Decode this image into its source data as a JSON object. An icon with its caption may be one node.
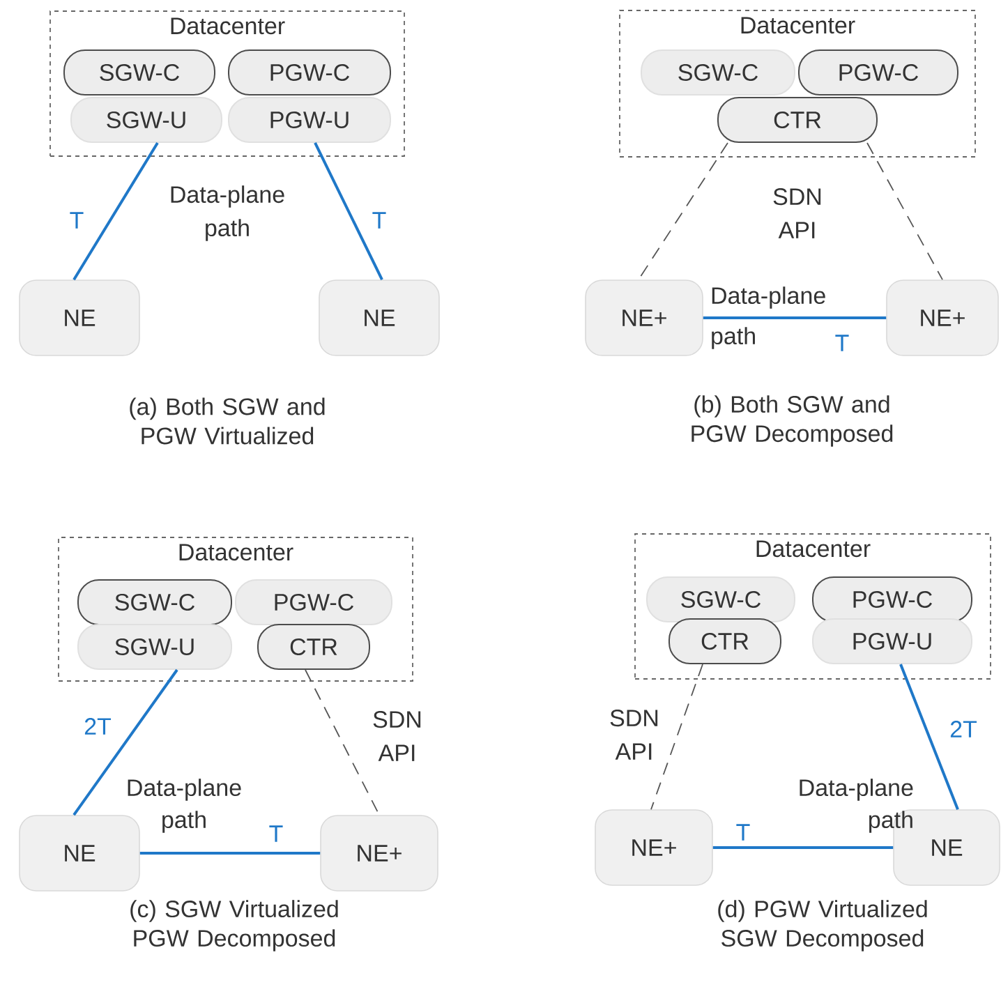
{
  "diagram": {
    "nodes": [
      {
        "text": [
          "Datacenter"
        ]
      },
      {
        "text": [
          "SGW-C"
        ],
        "in": 0
      },
      {
        "text": [
          "PGW-C"
        ],
        "in": 0
      },
      {
        "text": [
          "SGW-U"
        ],
        "in": 0
      },
      {
        "text": [
          "PGW-U"
        ],
        "in": 0
      },
      {
        "text": [
          "NE"
        ]
      },
      {
        "text": [
          "NE"
        ]
      },
      {
        "text": [
          "Datacenter"
        ]
      },
      {
        "text": [
          "SGW-C"
        ],
        "in": 7
      },
      {
        "text": [
          "PGW-C"
        ],
        "in": 7
      },
      {
        "text": [
          "CTR"
        ],
        "in": 7
      },
      {
        "text": [
          "NE+"
        ]
      },
      {
        "text": [
          "NE+"
        ]
      },
      {
        "text": [
          "Datacenter"
        ]
      },
      {
        "text": [
          "SGW-C"
        ],
        "in": 13
      },
      {
        "text": [
          "PGW-C"
        ],
        "in": 13
      },
      {
        "text": [
          "SGW-U"
        ],
        "in": 13
      },
      {
        "text": [
          "CTR"
        ],
        "in": 13
      },
      {
        "text": [
          "NE"
        ]
      },
      {
        "text": [
          "NE+"
        ]
      },
      {
        "text": [
          "Datacenter"
        ]
      },
      {
        "text": [
          "SGW-C"
        ],
        "in": 20
      },
      {
        "text": [
          "PGW-C"
        ],
        "in": 20
      },
      {
        "text": [
          "CTR"
        ],
        "in": 20
      },
      {
        "text": [
          "PGW-U"
        ],
        "in": 20
      },
      {
        "text": [
          "NE+"
        ]
      },
      {
        "text": [
          "NE"
        ]
      }
    ],
    "edges": [
      {
        "from": 3,
        "to": 5,
        "arrow": "none",
        "label": "T"
      },
      {
        "from": 4,
        "to": 6,
        "arrow": "none",
        "label": "T"
      },
      {
        "from": 10,
        "to": 11,
        "arrow": "none",
        "style": "dashed",
        "color": "#555555"
      },
      {
        "from": 10,
        "to": 12,
        "arrow": "none",
        "style": "dashed",
        "color": "#555555"
      },
      {
        "from": 11,
        "to": 12,
        "arrow": "none",
        "label": "T"
      },
      {
        "from": 16,
        "to": 18,
        "arrow": "none",
        "label": "2T"
      },
      {
        "from": 17,
        "to": 19,
        "arrow": "none",
        "style": "dashed",
        "color": "#555555"
      },
      {
        "from": 18,
        "to": 19,
        "arrow": "none",
        "label": "T"
      },
      {
        "from": 23,
        "to": 25,
        "arrow": "none",
        "style": "dashed",
        "color": "#555555"
      },
      {
        "from": 24,
        "to": 26,
        "arrow": "none",
        "label": "2T"
      },
      {
        "from": 25,
        "to": 26,
        "arrow": "none",
        "label": "T"
      }
    ],
    "labels": [
      "Data-plane path",
      "(a) Both SGW and PGW Virtualized",
      "SDN API",
      "Data-plane path",
      "(b) Both SGW and PGW Decomposed",
      "Data-plane path",
      "SDN API",
      "(c) SGW Virtualized PGW Decomposed",
      "SDN API",
      "Data-plane path",
      "(d) PGW Virtualized SGW Decomposed"
    ]
  }
}
